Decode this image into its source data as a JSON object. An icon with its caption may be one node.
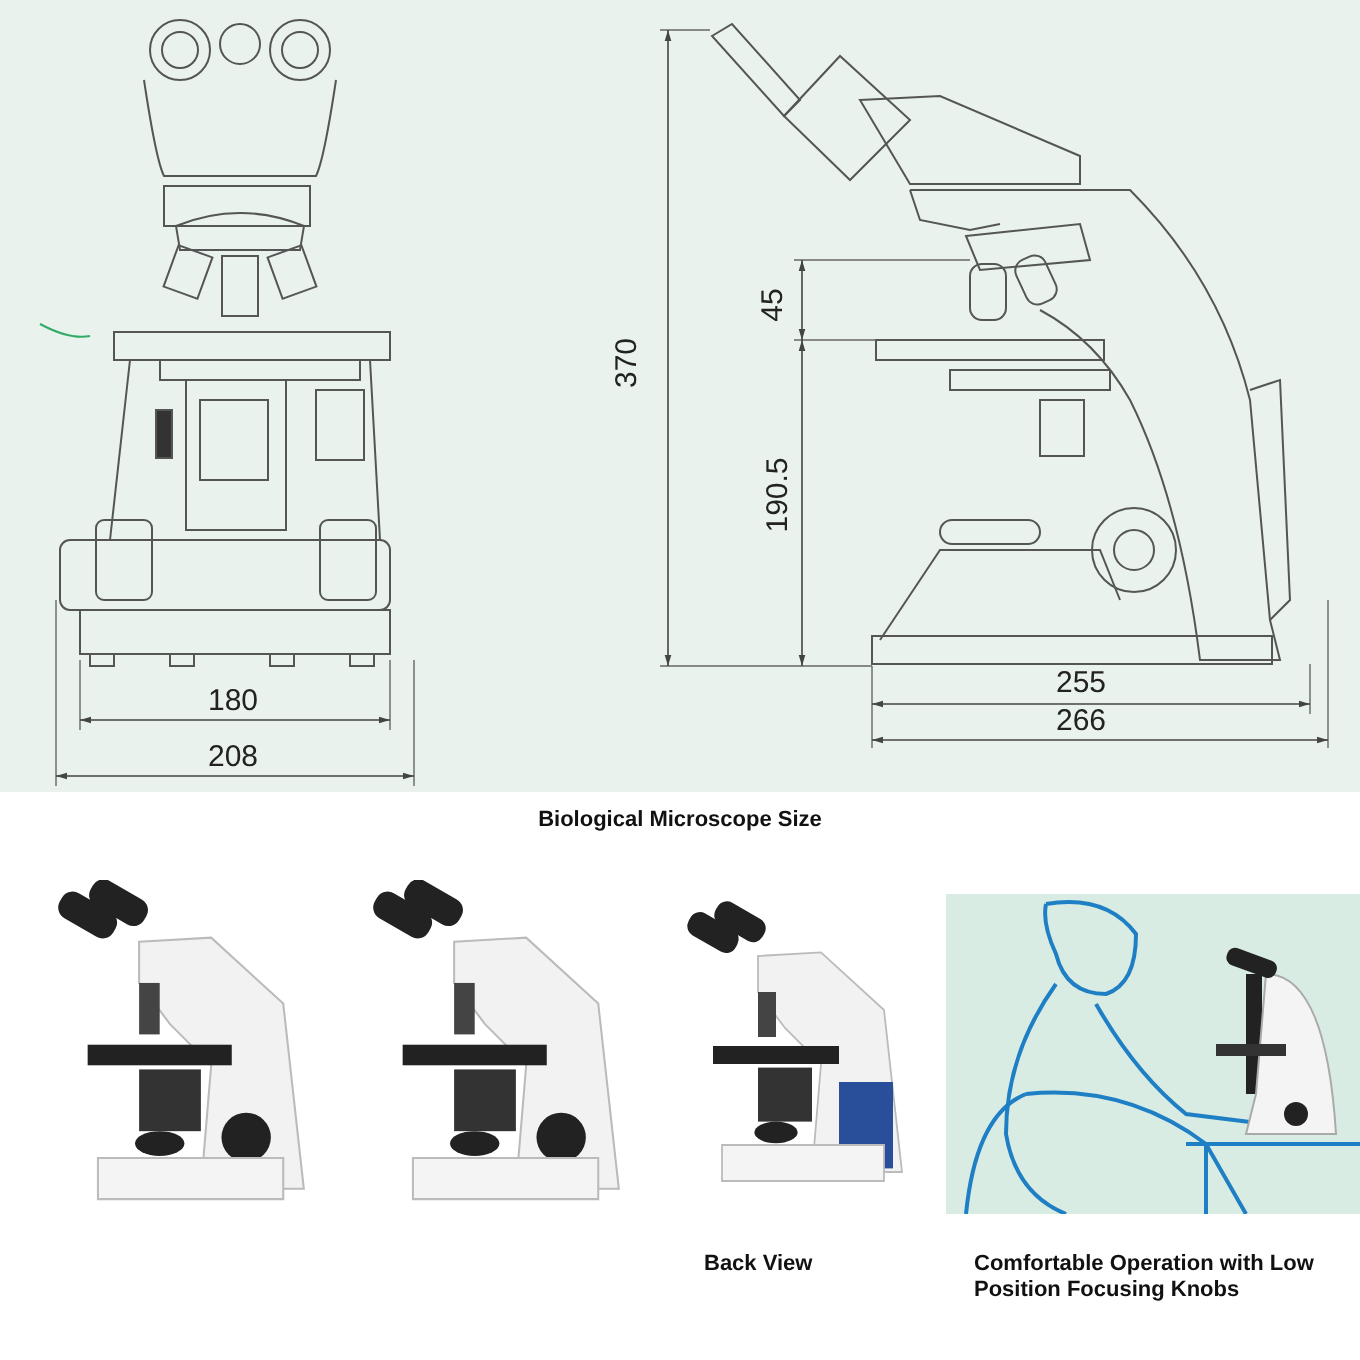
{
  "diagram": {
    "title": "Biological Microscope Size",
    "nodes": [
      {
        "text": [],
        "shape": "picture"
      },
      {
        "text": [],
        "shape": "picture"
      },
      {
        "text": [],
        "shape": "picture",
        "beside": [
          "Back View"
        ]
      },
      {
        "text": [],
        "shape": "picture",
        "beside": [
          "Comfortable Operation with Low Position Focusing Knobs"
        ]
      }
    ],
    "labels": [
      "180",
      "208",
      "370",
      "45",
      "190.5",
      "255",
      "266"
    ]
  }
}
